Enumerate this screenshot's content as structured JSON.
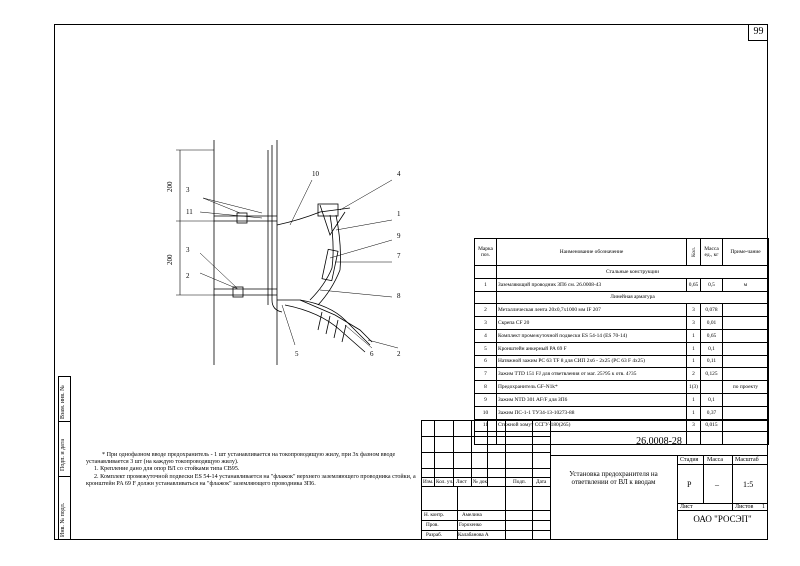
{
  "page_number": "99",
  "side_stamp": [
    "Инв. № подл.",
    "Подп. и дата",
    "Взам. инв. №"
  ],
  "drawing": {
    "dimensions": [
      "200",
      "200"
    ],
    "callouts": [
      "1",
      "2",
      "3",
      "4",
      "5",
      "6",
      "7",
      "8",
      "9",
      "10",
      "11",
      "2",
      "3"
    ]
  },
  "spec": {
    "headers": {
      "pos": "Марка поз.",
      "name": "Наименование обозначение",
      "qty": "Кол.",
      "mass": "Масса ед., кг",
      "note": "Приме-чание"
    },
    "rows": [
      {
        "type": "section",
        "name": "Стальные конструкции"
      },
      {
        "pos": "1",
        "name": "Заземляющий проводник ЗП6 см. 26.0008-43",
        "qty": "0,65",
        "mass": "0,5",
        "note": "м"
      },
      {
        "type": "section",
        "name": "Линейная арматура"
      },
      {
        "pos": "2",
        "name": "Металлическая лента 20х0,7х1000 мм IF 207",
        "qty": "3",
        "mass": "0,078",
        "note": ""
      },
      {
        "pos": "3",
        "name": "Скрепа CF 20",
        "qty": "3",
        "mass": "0,01",
        "note": ""
      },
      {
        "pos": "4",
        "name": "Комплект промежуточной подвески ES 54-14 (ES 70-14)",
        "qty": "1",
        "mass": "0,65",
        "note": ""
      },
      {
        "pos": "5",
        "name": "Кронштейн анкерный PA 69 F",
        "qty": "1",
        "mass": "0,1",
        "note": ""
      },
      {
        "pos": "6",
        "name": "Натяжной зажим РС 63 TF 8 для СИП 2х6 - 2х25 (РС 63 F 4х25)",
        "qty": "1",
        "mass": "0,11",
        "note": "",
        "bold": true
      },
      {
        "pos": "7",
        "name": "Зажим TTD 151 FJ для ответвления от маг. 25?95 к отв. 4?35",
        "qty": "2",
        "mass": "0,125",
        "note": ""
      },
      {
        "pos": "8",
        "name": "Предохранитель GF-N1k*",
        "qty": "1(3)",
        "mass": "",
        "note": "по проекту"
      },
      {
        "pos": "9",
        "name": "Зажим NTD 301 AF/F для ЗП6",
        "qty": "1",
        "mass": "0,1",
        "note": ""
      },
      {
        "pos": "10",
        "name": "Зажим ПС-1-1 ТУ34-13-10273-88",
        "qty": "1",
        "mass": "0,37",
        "note": ""
      },
      {
        "pos": "11",
        "name": "Стяжной хомут ССГУ-180(265)",
        "qty": "3",
        "mass": "0,015",
        "note": ""
      },
      {
        "pos": "",
        "name": "",
        "qty": "",
        "mass": "",
        "note": ""
      }
    ]
  },
  "notes": [
    "* При однофазном вводе предохранитель - 1 шт устанавливается на токопроводящую жилу, при 3х  фазном вводе устанавливается 3 шт (на каждую токопроводящую жилу).",
    "1. Крепление дано для опор ВЛ со стойками типа СВ95.",
    "2. Комплект промежуточной подвески ES 54-14 устанавливается на \"флажок\" верхнего заземляющего проводника стойки, а кронштейн PA 69 F должн устанавливаться на \"флажок\" заземляющего проводника ЗП6."
  ],
  "title_block": {
    "code": "26.0008-28",
    "title": "Установка предохранителя на ответвлении от ВЛ к вводам",
    "change_headers": [
      "Изм.",
      "Кол. уч.",
      "Лист",
      "№ док.",
      "Подп.",
      "Дата"
    ],
    "roles": [
      "Н. контр.",
      "Пров.",
      "Разраб."
    ],
    "people": [
      "Амелина",
      "Горохенко",
      "Калабанова А"
    ],
    "stage_label": "Стадия",
    "mass_label": "Масса",
    "scale_label": "Масштаб",
    "stage": "Р",
    "mass": "–",
    "scale": "1:5",
    "sheet_label": "Лист",
    "sheets_label": "Листов",
    "sheets": "1",
    "organization": "ОАО \"РОСЭП\""
  }
}
